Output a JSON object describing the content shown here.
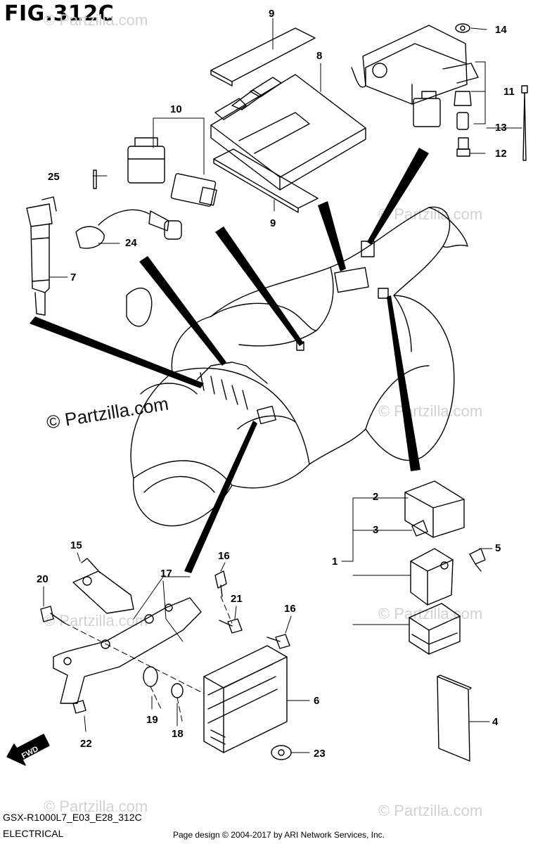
{
  "figure": {
    "title": "FIG.312C"
  },
  "watermark": {
    "text": "© Partzilla.com"
  },
  "footer": {
    "model_code": "GSX-R1000L7_E03_E28_312C",
    "section": "ELECTRICAL",
    "credit": "Page design © 2004-2017 by ARI Network Services, Inc."
  },
  "fwd_label": "FWD",
  "callouts": [
    "1",
    "2",
    "3",
    "4",
    "5",
    "6",
    "7",
    "8",
    "9",
    "9",
    "10",
    "11",
    "12",
    "13",
    "14",
    "15",
    "16",
    "16",
    "17",
    "18",
    "19",
    "20",
    "21",
    "22",
    "23",
    "24",
    "25"
  ]
}
